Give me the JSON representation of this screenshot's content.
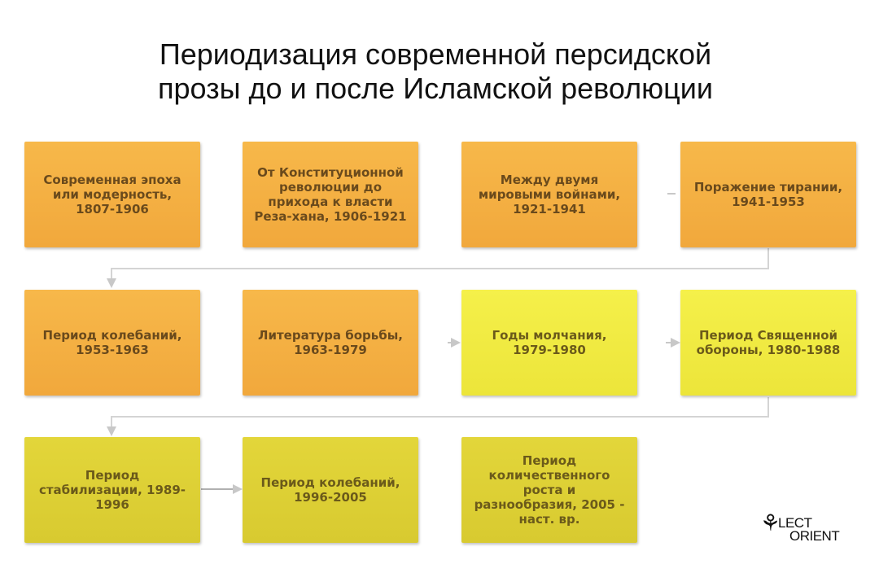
{
  "title": {
    "line1": "Периодизация современной персидской",
    "line2": "прозы до и после Исламской революции"
  },
  "boxes": [
    {
      "text": "Современная эпоха\nили модерность,\n1807-1906"
    },
    {
      "text": "От Конституционной\nреволюции до\nприхода к власти\nРеза-хана, 1906-1921"
    },
    {
      "text": "Между двумя\nмировыми войнами,\n1921-1941"
    },
    {
      "text": "Поражение тирании,\n1941-1953"
    },
    {
      "text": "Период колебаний,\n1953-1963"
    },
    {
      "text": "Литература борьбы,\n1963-1979"
    },
    {
      "text": "Годы молчания,\n1979-1980"
    },
    {
      "text": "Период Священной\nобороны, 1980-1988"
    },
    {
      "text": "Период\nстабилизации, 1989-\n1996"
    },
    {
      "text": "Период колебаний,\n1996-2005"
    },
    {
      "text": "Период\nколичественного\nроста и\nразнообразия, 2005 -\nнаст. вр."
    }
  ],
  "colors": {
    "orange": "#f4b043",
    "yellow_bright": "#f0ea42",
    "yellow_olive": "#ddd035",
    "connector": "#c8c8c8"
  },
  "logo": {
    "line1": "LECT",
    "line2": "ORIENT"
  }
}
